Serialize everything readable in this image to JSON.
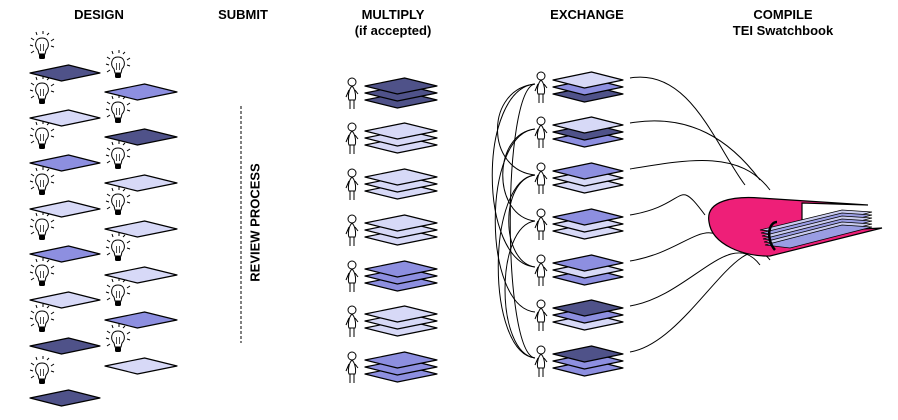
{
  "stages": [
    {
      "id": "design",
      "title": "DESIGN",
      "subtitle": ""
    },
    {
      "id": "submit",
      "title": "SUBMIT",
      "subtitle": ""
    },
    {
      "id": "multiply",
      "title": "MULTIPLY",
      "subtitle": "(if accepted)"
    },
    {
      "id": "exchange",
      "title": "EXCHANGE",
      "subtitle": ""
    },
    {
      "id": "compile",
      "title": "COMPILE",
      "subtitle": "TEI Swatchbook"
    }
  ],
  "review_label": "REVIEW PROCESS",
  "colors": {
    "dark": "#4f5289",
    "medium": "#8d8fe0",
    "light": "#d7d9f7",
    "binder": "#ee1f78",
    "binder_pages": "#c9cbef",
    "line": "#000000"
  },
  "design": {
    "left_column": [
      "dark",
      "light",
      "medium",
      "light",
      "medium",
      "light",
      "dark",
      "dark"
    ],
    "right_column": [
      "medium",
      "dark",
      "light",
      "light",
      "light",
      "medium",
      "light"
    ]
  },
  "multiply": {
    "stacks": [
      [
        "dark",
        "dark",
        "dark"
      ],
      [
        "light",
        "light",
        "light"
      ],
      [
        "light",
        "light",
        "light"
      ],
      [
        "light",
        "light",
        "light"
      ],
      [
        "medium",
        "medium",
        "medium"
      ],
      [
        "light",
        "light",
        "light"
      ],
      [
        "medium",
        "medium",
        "medium"
      ]
    ]
  },
  "exchange": {
    "stacks": [
      [
        "light",
        "medium",
        "dark"
      ],
      [
        "light",
        "dark",
        "medium"
      ],
      [
        "medium",
        "light",
        "light"
      ],
      [
        "medium",
        "light",
        "light"
      ],
      [
        "medium",
        "light",
        "medium"
      ],
      [
        "dark",
        "medium",
        "light"
      ],
      [
        "dark",
        "medium",
        "medium"
      ]
    ]
  }
}
